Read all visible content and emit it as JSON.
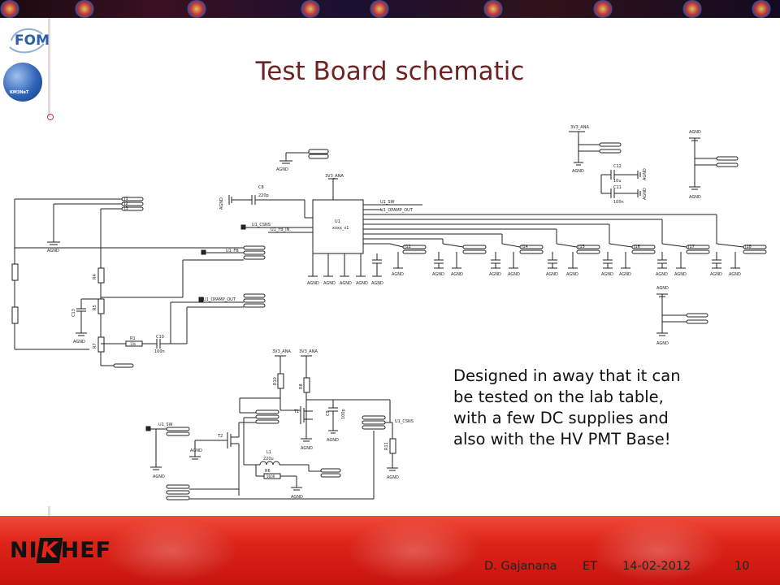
{
  "slide": {
    "title": "Test Board schematic",
    "note_lines": [
      "Designed in away that it can",
      "be tested on the lab table,",
      "with a few DC supplies and",
      "also with the HV PMT Base!"
    ]
  },
  "logos": {
    "fom": "FOM",
    "km3": "KM3NeT",
    "nikhef": [
      "NI",
      "K",
      "HEF"
    ]
  },
  "footer": {
    "author": "D. Gajanana",
    "conf": "ET",
    "date": "14-02-2012",
    "page": "10"
  },
  "schematic": {
    "u1_ref": "U1",
    "u1_name": "xxxx_v1",
    "nets": {
      "u1_sw": "U1_SW",
      "u1_opamp_out": "U1_OPAMP_OUT",
      "u1_csns": "U1_CSNS",
      "u1_fb_in": "U1_FB_IN",
      "u1_fb": "U1_FB",
      "v3v3_ana_a": "3V3_ANA",
      "v3v3_ana_b": "3V3_ANA",
      "v3v3_ana_c": "3V3_ANA"
    },
    "gnd": "AGND",
    "parts": {
      "c8": "C8",
      "c8v": "220p",
      "c12": "C12",
      "c12v": "10u",
      "c11": "C11",
      "c11v": "100n",
      "r1": "R1",
      "r1v": "10k",
      "c10": "C10",
      "c10v": "100n",
      "r4": "R4",
      "r5": "R5",
      "r7": "R7",
      "c13": "C13",
      "r10": "R10",
      "r8": "R8",
      "r11": "R11",
      "t1": "T1",
      "t2": "T2",
      "l1": "L1",
      "l1v": "220u",
      "r6": "R6",
      "r6v": "560R",
      "c9": "C9",
      "c9v": "100p"
    },
    "pins": {
      "j1a": "J1",
      "j1b": "J2",
      "j1c": "J3",
      "j12": "J12",
      "j14": "J14",
      "j15": "J15",
      "j16": "J16",
      "j17": "J17",
      "j18": "J18"
    }
  }
}
